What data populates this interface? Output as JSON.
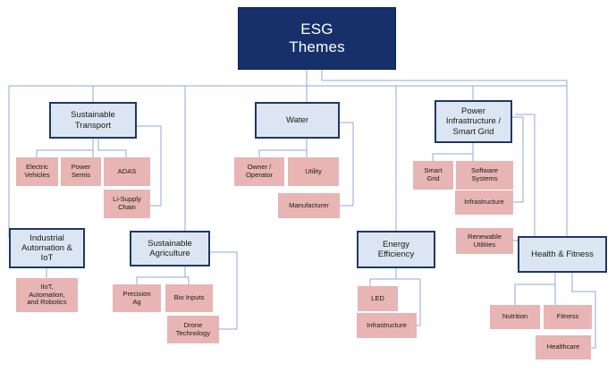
{
  "diagram": {
    "title": "ESG Themes",
    "type": "hierarchy-tree",
    "colors": {
      "root_fill": "#17306b",
      "root_text": "#ffffff",
      "theme_fill": "#dce6f2",
      "theme_border": "#1f3864",
      "leaf_fill": "#e8b4b4",
      "connector": "#8faadc",
      "background": "#ffffff"
    },
    "root": {
      "label": "ESG Themes",
      "line1": "ESG",
      "line2": "Themes"
    },
    "themes": [
      {
        "id": "sustainable-transport",
        "label": "Sustainable Transport",
        "children": [
          {
            "id": "electric-vehicles",
            "label": "Electric Vehicles"
          },
          {
            "id": "power-semis",
            "label": "Power Semis"
          },
          {
            "id": "adas",
            "label": "ADAS"
          },
          {
            "id": "li-supply-chain",
            "label": "Li-Supply Chain"
          }
        ]
      },
      {
        "id": "water",
        "label": "Water",
        "children": [
          {
            "id": "owner-operator",
            "label": "Owner / Operator"
          },
          {
            "id": "utility",
            "label": "Utility"
          },
          {
            "id": "manufacturer",
            "label": "Manufacturer"
          }
        ]
      },
      {
        "id": "power-infrastructure-smart-grid",
        "label": "Power Infrastructure / Smart Grid",
        "children": [
          {
            "id": "smart-grid",
            "label": "Smart Grid"
          },
          {
            "id": "software-systems",
            "label": "Software Systems"
          },
          {
            "id": "infrastructure-power",
            "label": "Infrastructure"
          },
          {
            "id": "renewable-utilities",
            "label": "Renewable Utilities"
          }
        ]
      },
      {
        "id": "industrial-automation-iot",
        "label": "Industrial Automation & IoT",
        "children": [
          {
            "id": "iiot-automation-robotics",
            "label": "IIoT, Automation, and Robotics"
          }
        ]
      },
      {
        "id": "sustainable-agriculture",
        "label": "Sustainable Agriculture",
        "children": [
          {
            "id": "precision-ag",
            "label": "Precision Ag"
          },
          {
            "id": "bio-inputs",
            "label": "Bio Inputs"
          },
          {
            "id": "drone-technology",
            "label": "Drone Technology"
          }
        ]
      },
      {
        "id": "energy-efficiency",
        "label": "Energy Efficiency",
        "children": [
          {
            "id": "led",
            "label": "LED"
          },
          {
            "id": "infrastructure-energy",
            "label": "Infrastructure"
          }
        ]
      },
      {
        "id": "health-fitness",
        "label": "Health & Fitness",
        "children": [
          {
            "id": "nutrition",
            "label": "Nutrition"
          },
          {
            "id": "fitness",
            "label": "Fitness"
          },
          {
            "id": "healthcare",
            "label": "Healthcare"
          }
        ]
      }
    ],
    "labels": {
      "sustainable_transport_l1": "Sustainable",
      "sustainable_transport_l2": "Transport",
      "power_infra_l1": "Power",
      "power_infra_l2": "Infrastructure /",
      "power_infra_l3": "Smart Grid",
      "industrial_l1": "Industrial",
      "industrial_l2": "Automation &",
      "industrial_l3": "IoT",
      "agriculture_l1": "Sustainable",
      "agriculture_l2": "Agriculture",
      "energy_l1": "Energy",
      "energy_l2": "Efficiency",
      "ev_l1": "Electric",
      "ev_l2": "Vehicles",
      "ps_l1": "Power",
      "ps_l2": "Semis",
      "lsc_l1": "Li-Supply",
      "lsc_l2": "Chain",
      "oo_l1": "Owner /",
      "oo_l2": "Operator",
      "sg_l1": "Smart",
      "sg_l2": "Grid",
      "ss_l1": "Software",
      "ss_l2": "Systems",
      "ru_l1": "Renewable",
      "ru_l2": "Utilities",
      "iiot_l1": "IIoT,",
      "iiot_l2": "Automation,",
      "iiot_l3": "and Robotics",
      "pa_l1": "Precision",
      "pa_l2": "Ag",
      "dt_l1": "Drone",
      "dt_l2": "Technology"
    }
  }
}
